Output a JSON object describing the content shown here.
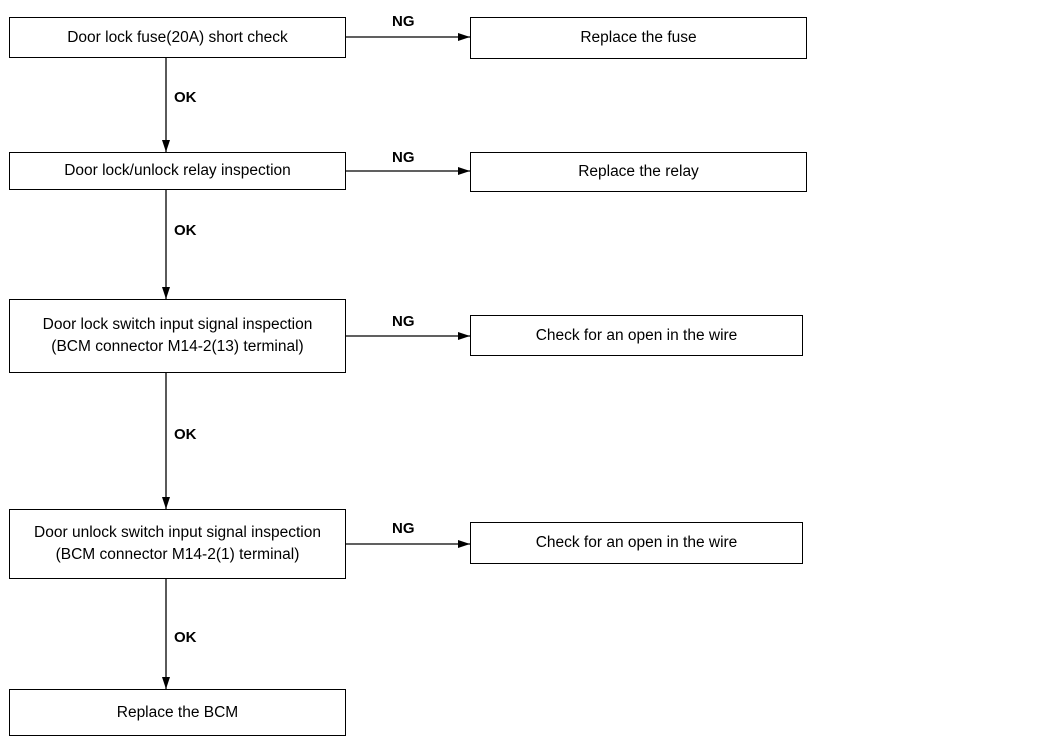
{
  "steps": [
    {
      "text": "Door lock fuse(20A) short check",
      "fail_action": "Replace the fuse",
      "fail_label": "NG",
      "pass_label": "OK"
    },
    {
      "text": "Door lock/unlock relay inspection",
      "fail_action": "Replace the relay",
      "fail_label": "NG",
      "pass_label": "OK"
    },
    {
      "text": "Door lock switch input signal inspection\n(BCM connector M14-2(13) terminal)",
      "fail_action": "Check for an open in the wire",
      "fail_label": "NG",
      "pass_label": "OK"
    },
    {
      "text": "Door unlock switch input signal inspection\n(BCM connector M14-2(1) terminal)",
      "fail_action": "Check for an open in the wire",
      "fail_label": "NG",
      "pass_label": "OK"
    }
  ],
  "final": {
    "text": "Replace the BCM"
  }
}
